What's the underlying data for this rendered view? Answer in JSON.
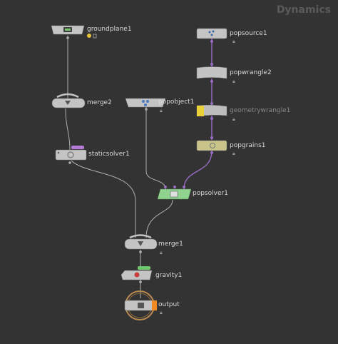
{
  "network": {
    "context_title": "Dynamics"
  },
  "nodes": {
    "groundplane": {
      "label": "groundplane1"
    },
    "merge2": {
      "label": "merge2"
    },
    "staticsolver": {
      "label": "staticsolver1"
    },
    "popobject": {
      "label": "popobject1"
    },
    "popsource": {
      "label": "popsource1"
    },
    "popwrangle": {
      "label": "popwrangle2"
    },
    "geometrywrangle": {
      "label": "geometrywrangle1",
      "bypassed": true
    },
    "popgrains": {
      "label": "popgrains1"
    },
    "popsolver": {
      "label": "popsolver1"
    },
    "merge1": {
      "label": "merge1"
    },
    "gravity": {
      "label": "gravity1"
    },
    "output": {
      "label": "output",
      "display_flag": true
    }
  },
  "colors": {
    "background": "#333333",
    "node_default": "#c4c4c4",
    "popsolver": "#8fd38f",
    "popgrains": "#c9c58a",
    "bypass": "#e8d238",
    "wire": "#b0b0b0",
    "wire_particles": "#9a6cc4",
    "output_ring": "#b5894f",
    "output_flag": "#f08a24",
    "input_dot": "#9a6cc4",
    "tab_purple": "#b57cd6",
    "tab_green": "#6ec96e"
  }
}
